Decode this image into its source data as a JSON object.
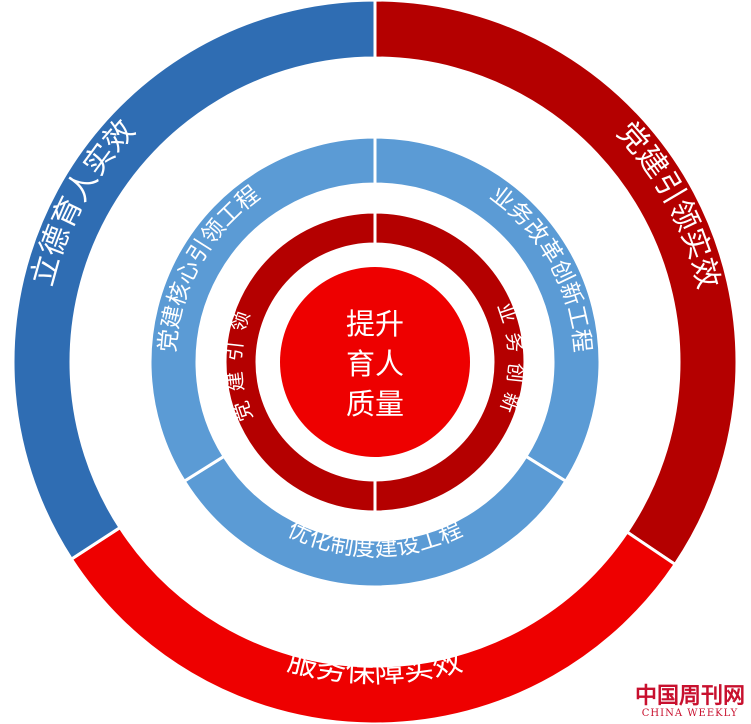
{
  "diagram": {
    "center": {
      "lines": [
        "提升",
        "育人",
        "质量"
      ]
    },
    "outer_ring": [
      {
        "label": "党建引领实效",
        "color": "#b40000"
      },
      {
        "label": "服务保障实效",
        "color": "#ee0000"
      },
      {
        "label": "立德育人实效",
        "color": "#2f6db3"
      }
    ],
    "middle_ring": [
      {
        "label": "业务改革创新工程",
        "color": "#5b9bd5"
      },
      {
        "label": "优化制度建设工程",
        "color": "#5b9bd5"
      },
      {
        "label": "党建核心引领工程",
        "color": "#5b9bd5"
      }
    ],
    "inner_ring": [
      {
        "label": "业务创新",
        "color": "#b40000"
      },
      {
        "label": "党建引领",
        "color": "#b40000"
      }
    ],
    "colors": {
      "center": "#ee0000",
      "accent_dark_red": "#b40000",
      "accent_red": "#ee0000",
      "accent_blue": "#2f6db3",
      "accent_light_blue": "#5b9bd5"
    }
  },
  "watermark": {
    "cn": "中国周刊网",
    "en": "CHINA WEEKLY"
  }
}
